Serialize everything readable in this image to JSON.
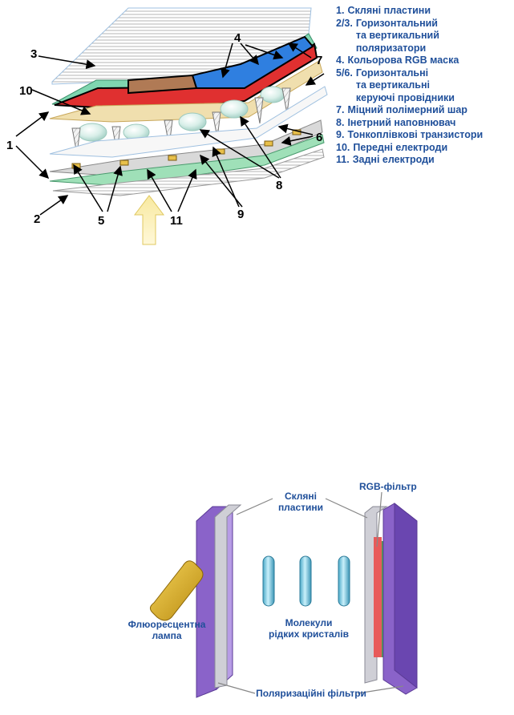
{
  "legend": [
    {
      "num": "1.",
      "text": "Скляні пластини"
    },
    {
      "num": "2/3.",
      "text": "Горизонтальний\nта вертикальний\nполяризатори"
    },
    {
      "num": "4.",
      "text": "Кольорова RGB маска"
    },
    {
      "num": "5/6.",
      "text": "Горизонтальні\nта вертикальні\nкеруючі провідники"
    },
    {
      "num": "7.",
      "text": "Міцний полімерний шар"
    },
    {
      "num": "8.",
      "text": "Інетрний наповнювач"
    },
    {
      "num": "9.",
      "text": "Тонкоплівкові транзистори"
    },
    {
      "num": "10.",
      "text": "Передні електроди"
    },
    {
      "num": "11.",
      "text": "Задні електроди"
    }
  ],
  "callouts": {
    "c1": "1",
    "c2": "2",
    "c3": "3",
    "c4": "4",
    "c5": "5",
    "c6": "6",
    "c7": "7",
    "c8": "8",
    "c9": "9",
    "c10": "10",
    "c11": "11"
  },
  "lower_diagram": {
    "glass_plates": "Скляні\nпластини",
    "rgb_filter": "RGB-фільтр",
    "lamp": "Флюоресцентна\nлампа",
    "molecules": "Молекули\nрідких кристалів",
    "polarizers": "Поляризаційні фільтри"
  },
  "colors": {
    "label_blue": "#1f4f9a",
    "polarizer": "#8a63c9",
    "lamp": "#e8b830",
    "arrow": "#f5e08a"
  }
}
